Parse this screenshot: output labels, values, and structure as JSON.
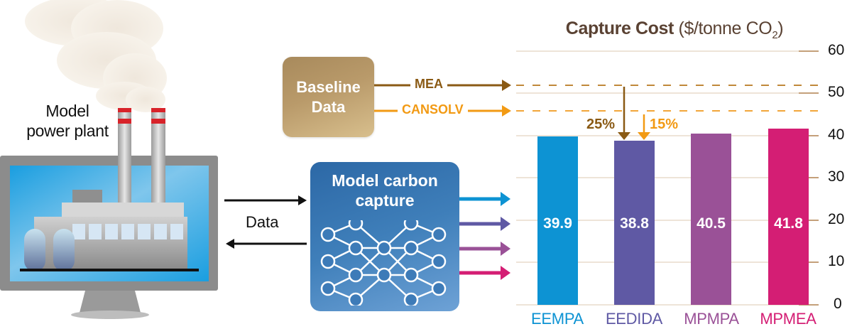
{
  "left_panel": {
    "plant_label_line1": "Model",
    "plant_label_line2": "power plant",
    "data_label": "Data"
  },
  "baseline": {
    "box_line1": "Baseline",
    "box_line2": "Data",
    "sources": [
      {
        "label": "MEA",
        "color": "#8a5a14",
        "value": 51.9
      },
      {
        "label": "CANSOLV",
        "color": "#f29a14",
        "value": 45.8
      }
    ]
  },
  "model_box": {
    "line1": "Model carbon",
    "line2": "capture"
  },
  "reductions": [
    {
      "label": "25%",
      "color": "#8a5a14"
    },
    {
      "label": "15%",
      "color": "#f29a14"
    }
  ],
  "chart_data": {
    "type": "bar",
    "title_bold": "Capture Cost",
    "title_rest": "($/tonne CO",
    "title_sub": "2",
    "title_close": ")",
    "categories": [
      "EEMPA",
      "EEDIDA",
      "MPMPA",
      "MPMEA"
    ],
    "values": [
      39.9,
      38.8,
      40.5,
      41.8
    ],
    "value_labels": [
      "39.9",
      "38.8",
      "40.5",
      "41.8"
    ],
    "colors": [
      "#0d93d3",
      "#5f59a4",
      "#9a5197",
      "#d41e74"
    ],
    "yticks": [
      "60",
      "50",
      "40",
      "30",
      "20",
      "10",
      "0"
    ],
    "ylim": [
      0,
      60
    ],
    "ylabel": "Capture Cost ($/tonne CO2)",
    "xlabel": "",
    "grid": true,
    "reference_lines": [
      {
        "label": "MEA",
        "value": 51.9,
        "style": "dashed"
      },
      {
        "label": "CANSOLV",
        "value": 45.8,
        "style": "dashed"
      }
    ],
    "annotations": [
      {
        "text": "25%",
        "target": "EEDIDA",
        "from": "MEA"
      },
      {
        "text": "15%",
        "target": "EEDIDA",
        "from": "CANSOLV"
      }
    ]
  }
}
